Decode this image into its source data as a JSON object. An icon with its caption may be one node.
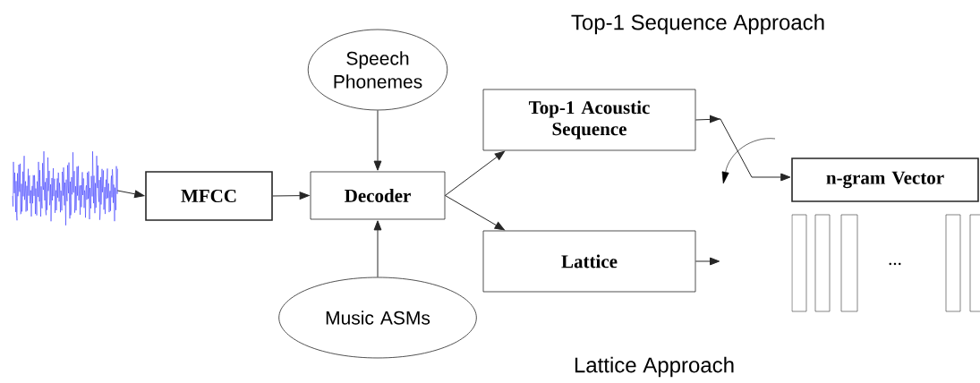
{
  "diagram": {
    "nodes": [
      {
        "text": [],
        "shape": "picture"
      },
      {
        "text": [
          "MFCC"
        ]
      },
      {
        "text": [
          "Decoder"
        ]
      },
      {
        "text": [
          "Speech Phonemes"
        ]
      },
      {
        "text": [
          "Music ASMs"
        ]
      },
      {
        "text": [
          "Top-1 Acoustic Sequence"
        ]
      },
      {
        "text": [
          "Lattice"
        ]
      },
      {
        "text": [
          "n-gram Vector"
        ]
      }
    ],
    "edges": [
      {
        "from": 0,
        "to": 1,
        "arrow": "to"
      },
      {
        "from": 1,
        "to": 2,
        "arrow": "to"
      },
      {
        "from": 3,
        "to": 2,
        "arrow": "to"
      },
      {
        "from": 4,
        "to": 2,
        "arrow": "to"
      },
      {
        "from": 2,
        "to": 5,
        "arrow": "to"
      },
      {
        "from": 2,
        "to": 6,
        "arrow": "to"
      },
      {
        "from": 5,
        "to": 7,
        "arrow": "to"
      },
      {
        "from": 6,
        "to": null,
        "arrow": "to"
      }
    ],
    "labels": [
      "Top-1 Sequence Approach",
      "...",
      "Lattice Approach"
    ]
  }
}
